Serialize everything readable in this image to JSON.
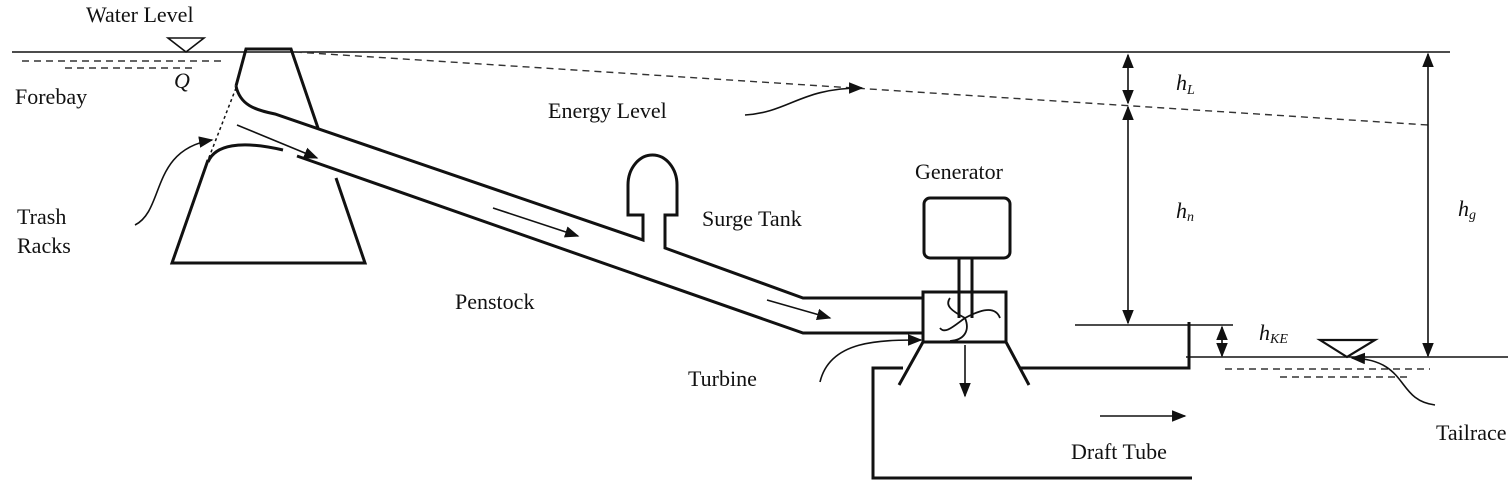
{
  "labels": {
    "water_level": "Water Level",
    "forebay": "Forebay",
    "flow": "Q",
    "trash": "Trash",
    "racks": "Racks",
    "energy_level": "Energy Level",
    "surge_tank": "Surge Tank",
    "generator": "Generator",
    "penstock": "Penstock",
    "turbine": "Turbine",
    "draft_tube": "Draft Tube",
    "tailrace": "Tailrace"
  },
  "heads": {
    "loss": {
      "main": "h",
      "sub": "L"
    },
    "net": {
      "main": "h",
      "sub": "n"
    },
    "gross": {
      "main": "h",
      "sub": "g"
    },
    "kinetic": {
      "main": "h",
      "sub": "KE"
    }
  },
  "colors": {
    "line": "#111111",
    "background": "#ffffff"
  }
}
